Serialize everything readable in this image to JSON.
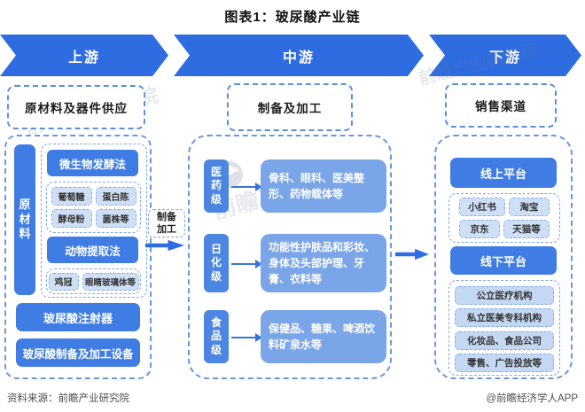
{
  "title": "图表1：玻尿酸产业链",
  "ribbon": {
    "segments": [
      "上游",
      "中游",
      "下游"
    ]
  },
  "upstream": {
    "header": "原材料及器件供应",
    "side_label": "原材料",
    "methods": [
      {
        "name": "微生物发酵法",
        "items": [
          "葡萄糖",
          "蛋白陈",
          "酵母粉",
          "菌株等"
        ]
      },
      {
        "name": "动物提取法",
        "items": [
          "鸡冠",
          "眼睛玻璃体等"
        ]
      }
    ],
    "equipment": [
      "玻尿酸注射器",
      "玻尿酸制备及加工设备"
    ]
  },
  "connector": {
    "label": "制备\n加工"
  },
  "midstream": {
    "header": "制备及加工",
    "levels": [
      {
        "grade": "医药级",
        "desc": "骨科、眼科、医美整形、药物载体等"
      },
      {
        "grade": "日化级",
        "desc": "功能性护肤品和彩妆、身体及头部护理、牙膏、衣料等"
      },
      {
        "grade": "食品级",
        "desc": "保健品、糖果、啤酒饮料矿泉水等"
      }
    ]
  },
  "downstream": {
    "header": "销售渠道",
    "online": {
      "name": "线上平台",
      "items": [
        "小红书",
        "淘宝",
        "京东",
        "天猫等"
      ]
    },
    "offline": {
      "name": "线下平台",
      "items": [
        "公立医疗机构",
        "私立医美专科机构",
        "化妆品、食品公司",
        "零售、广告投放等"
      ]
    }
  },
  "footer": {
    "source": "资料来源：前瞻产业研究院",
    "credit": "@前瞻经济学人APP"
  },
  "watermark": {
    "text": "前瞻产业研究院"
  },
  "colors": {
    "ribbon_blue": "#2e6ce2",
    "primary_blue": "#3f7ce4",
    "grade_blue": "#4c86e2",
    "desc_blue": "#7aa5e8",
    "chip_bg": "#cfe0f6",
    "list_bg": "#c4d8f3",
    "dashed_border": "#6b97e2"
  }
}
